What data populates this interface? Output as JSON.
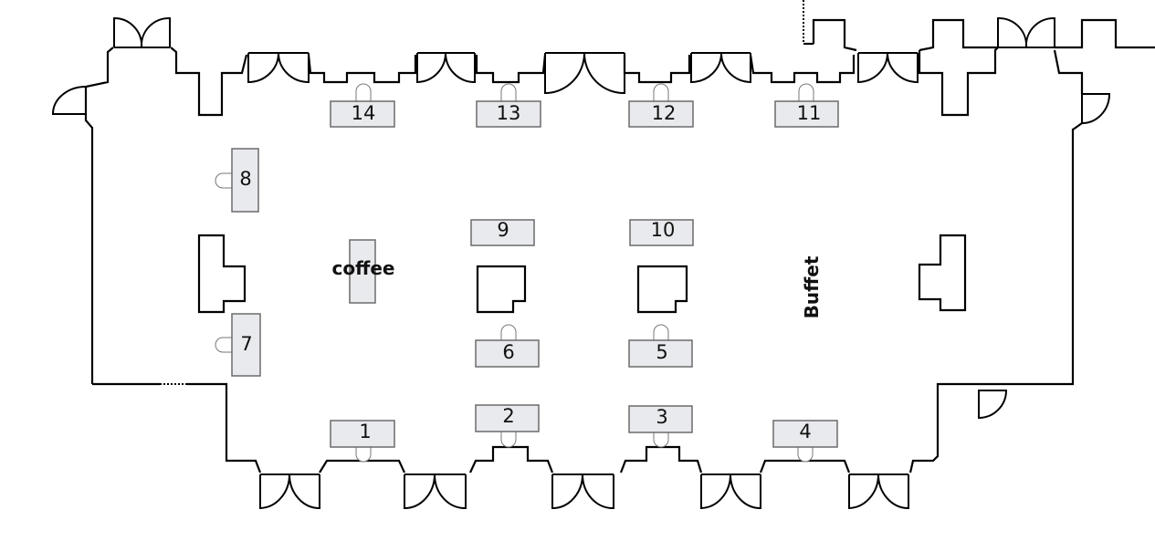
{
  "plan": {
    "tables": {
      "t1": "1",
      "t2": "2",
      "t3": "3",
      "t4": "4",
      "t5": "5",
      "t6": "6",
      "t7": "7",
      "t8": "8",
      "t9": "9",
      "t10": "10",
      "t11": "11",
      "t12": "12",
      "t13": "13",
      "t14": "14"
    },
    "labels": {
      "coffee": "coffee",
      "buffet": "Buffet"
    }
  }
}
